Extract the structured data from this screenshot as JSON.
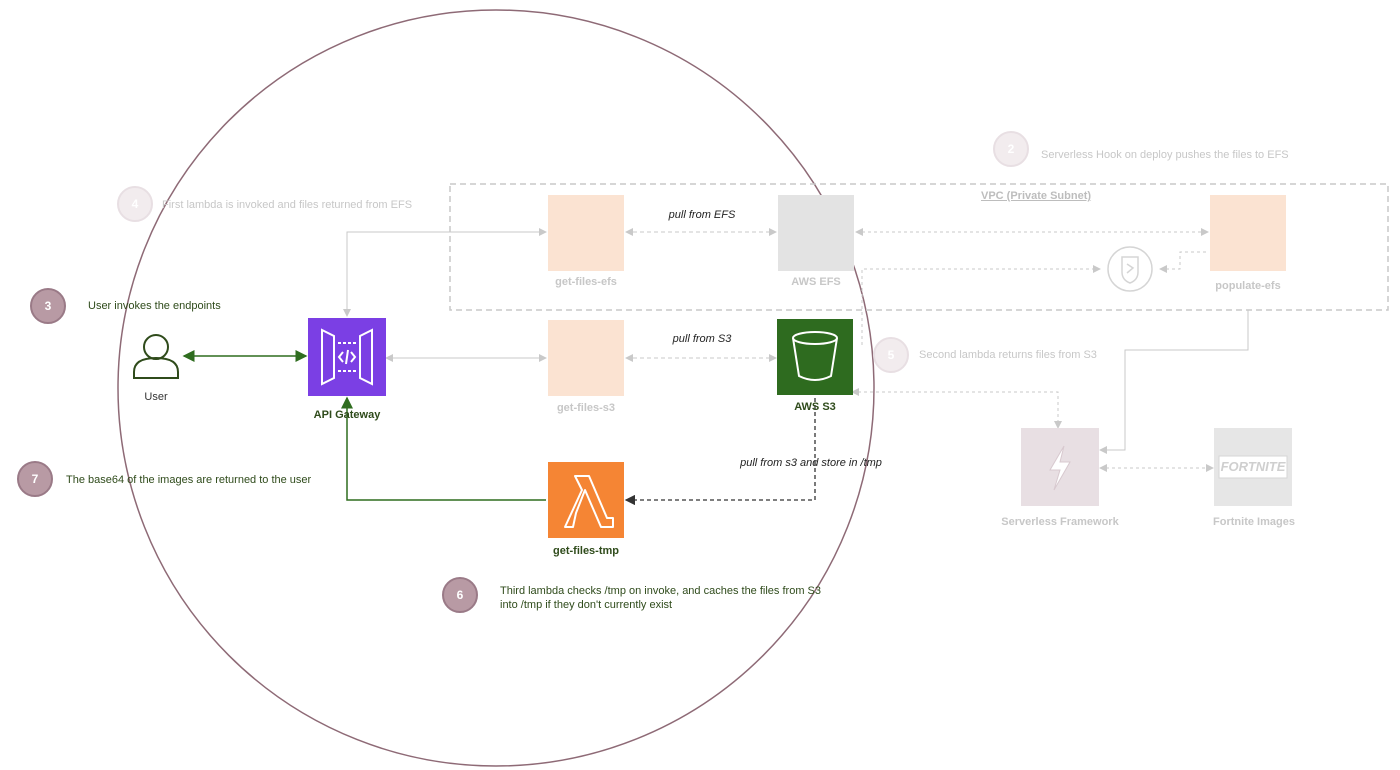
{
  "nodes": {
    "user": "User",
    "api_gateway": "API Gateway",
    "get_files_efs": "get-files-efs",
    "aws_efs": "AWS EFS",
    "populate_efs": "populate-efs",
    "get_files_s3": "get-files-s3",
    "aws_s3": "AWS S3",
    "get_files_tmp": "get-files-tmp",
    "serverless_framework": "Serverless Framework",
    "fortnite_images": "Fortnite Images",
    "fortnite_logo_text": "FORTNITE"
  },
  "vpc_label": "VPC (Private Subnet)",
  "edge_labels": {
    "pull_efs": "pull from EFS",
    "pull_s3": "pull from S3",
    "pull_s3_tmp": "pull from s3 and store in /tmp"
  },
  "steps": {
    "s2": {
      "num": "2",
      "text": "Serverless Hook on deploy pushes the files to EFS"
    },
    "s3": {
      "num": "3",
      "text": "User invokes the endpoints"
    },
    "s4": {
      "num": "4",
      "text": "First lambda is invoked and files returned from EFS"
    },
    "s5": {
      "num": "5",
      "text": "Second lambda returns files from S3"
    },
    "s6": {
      "num": "6",
      "text_line1": "Third lambda checks /tmp on invoke, and caches the files from S3",
      "text_line2": "into /tmp if they don't currently exist"
    },
    "s7": {
      "num": "7",
      "text": "The base64 of the images are returned to the user"
    }
  },
  "colors": {
    "highlight_circle": "#8e6a76",
    "api_gateway": "#7b3fe4",
    "lambda": "#f58534",
    "lambda_faded": "#fbe3d2",
    "s3": "#2e6b1f",
    "efs_faded": "#e3e3e3",
    "serverless_faded": "#e8dfe3",
    "green_edge": "#2f6d1f"
  }
}
